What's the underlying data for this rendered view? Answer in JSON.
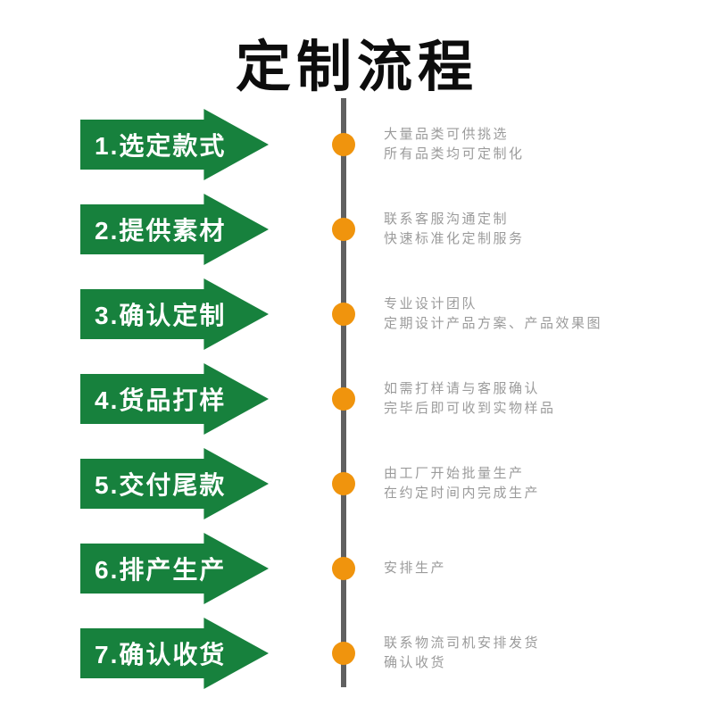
{
  "page": {
    "title": "定制流程"
  },
  "colors": {
    "arrow_green": "#17813d",
    "dot_orange": "#f0940d",
    "line_gray": "#606060",
    "desc_gray": "#9b9b9b",
    "title_black": "#0d0d0d",
    "bg": "#ffffff"
  },
  "steps": [
    {
      "label": "1.选定款式",
      "desc_lines": [
        "大量品类可供挑选",
        "所有品类均可定制化"
      ]
    },
    {
      "label": "2.提供素材",
      "desc_lines": [
        "联系客服沟通定制",
        "快速标准化定制服务"
      ]
    },
    {
      "label": "3.确认定制",
      "desc_lines": [
        "专业设计团队",
        "定期设计产品方案、产品效果图"
      ]
    },
    {
      "label": "4.货品打样",
      "desc_lines": [
        "如需打样请与客服确认",
        "完毕后即可收到实物样品"
      ]
    },
    {
      "label": "5.交付尾款",
      "desc_lines": [
        "由工厂开始批量生产",
        "在约定时间内完成生产"
      ]
    },
    {
      "label": "6.排产生产",
      "desc_lines": [
        "安排生产"
      ]
    },
    {
      "label": "7.确认收货",
      "desc_lines": [
        "联系物流司机安排发货",
        "确认收货"
      ]
    }
  ]
}
